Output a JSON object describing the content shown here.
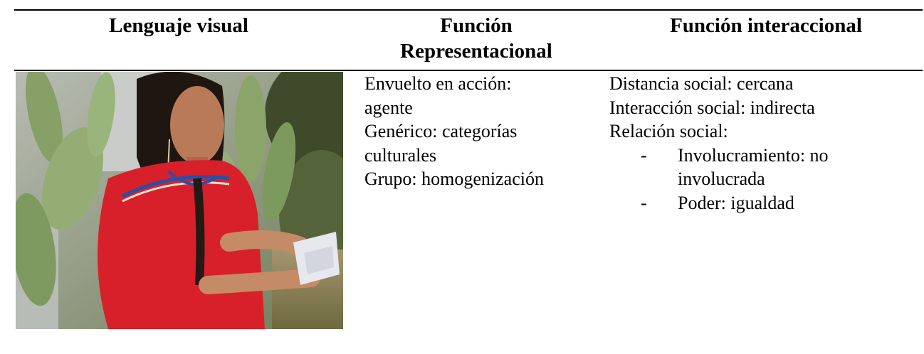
{
  "table": {
    "headers": {
      "col1": "Lenguaje visual",
      "col2_line1": "Función",
      "col2_line2": "Representacional",
      "col3": "Función interaccional"
    },
    "representacional": [
      "Envuelto en acción:",
      "agente",
      "Genérico: categorías",
      "culturales",
      "Grupo: homogenización"
    ],
    "interaccional": {
      "lines": [
        "Distancia social: cercana",
        "Interacción social: indirecta",
        "Relación social:"
      ],
      "bullets": [
        {
          "marker": "-",
          "line1": "Involucramiento: no",
          "line2": "involucrada"
        },
        {
          "marker": "-",
          "line1": "Poder: igualdad"
        }
      ]
    }
  },
  "colors": {
    "blouse": "#d8202a",
    "cactus": "#8aa46a",
    "background_wall": "#c9ccc8",
    "hair": "#1f1612"
  }
}
